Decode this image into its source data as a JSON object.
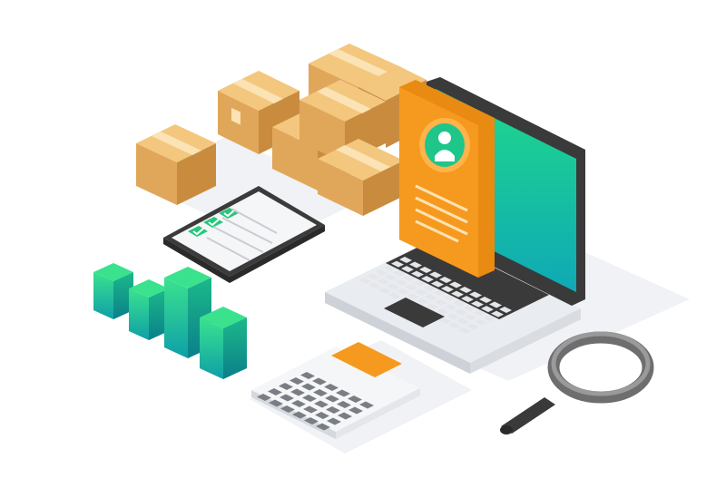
{
  "illustration": {
    "style": "isometric",
    "palette": {
      "box_light": "#F4C77E",
      "box_mid": "#E0A75A",
      "box_dark": "#C98C3F",
      "box_tape": "#FBE3B5",
      "screen_top": "#1FD88A",
      "screen_bottom": "#0FA9B6",
      "laptop_body": "#E9ECF0",
      "laptop_edge": "#3A3A3A",
      "key": "#6E6E6E",
      "doc_orange": "#F59A1E",
      "doc_orange_light": "#FFB34A",
      "avatar_bg": "#1EC68A",
      "chart_green": "#2FDC86",
      "chart_teal": "#12A7A5",
      "check_green": "#27C77A",
      "calc_orange": "#F59A1E",
      "magnifier_ring": "#7A7A7A",
      "shadow": "#EEF0F3"
    },
    "objects": [
      {
        "name": "shipping-boxes",
        "count": 6
      },
      {
        "name": "clipboard-checklist",
        "checked_items": 3
      },
      {
        "name": "bar-chart-blocks",
        "count": 4
      },
      {
        "name": "laptop"
      },
      {
        "name": "profile-document"
      },
      {
        "name": "calculator"
      },
      {
        "name": "magnifying-glass"
      }
    ]
  }
}
